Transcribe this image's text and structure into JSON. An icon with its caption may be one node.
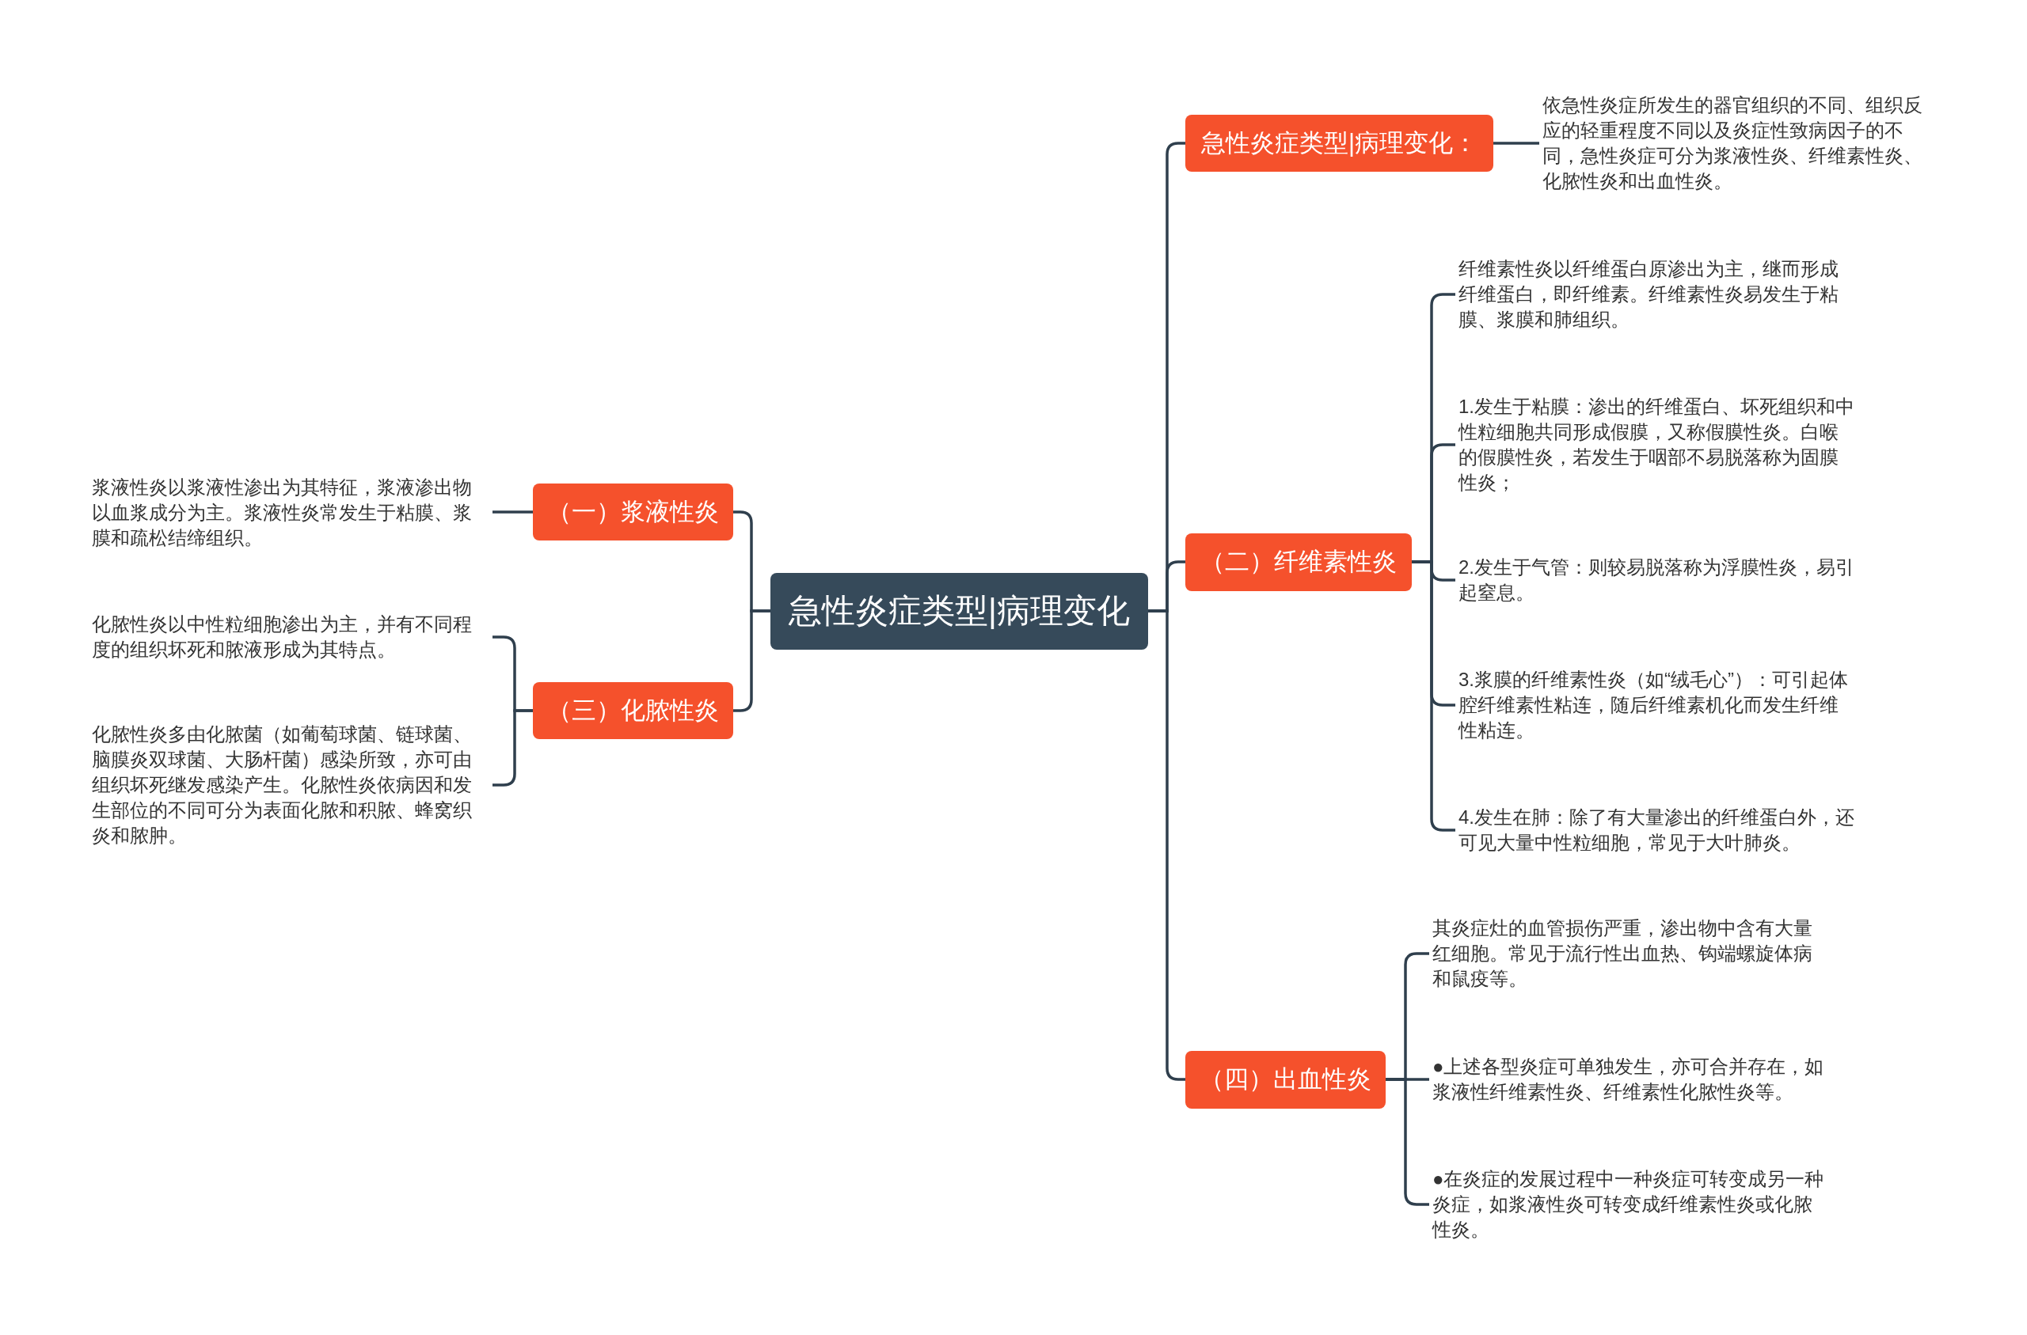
{
  "diagram": {
    "nodes": [
      {
        "text": [
          "急性炎症类型|病理变化"
        ]
      },
      {
        "text": [
          "急性炎症类型|病理变化："
        ]
      },
      {
        "text": [
          "依急性炎症所发生的器官组织的不同、组织反应的轻重程度不同以及炎症性致病因子的不同，急性炎症可分为浆液性炎、纤维素性炎、化脓性炎和出血性炎。"
        ]
      },
      {
        "text": [
          "（二）纤维素性炎"
        ]
      },
      {
        "text": [
          "纤维素性炎以纤维蛋白原渗出为主，继而形成纤维蛋白，即纤维素。纤维素性炎易发生于粘膜、浆膜和肺组织。"
        ]
      },
      {
        "text": [
          "1.发生于粘膜：渗出的纤维蛋白、坏死组织和中性粒细胞共同形成假膜，又称假膜性炎。白喉的假膜性炎，若发生于咽部不易脱落称为固膜性炎；"
        ]
      },
      {
        "text": [
          "2.发生于气管：则较易脱落称为浮膜性炎，易引起窒息。"
        ]
      },
      {
        "text": [
          "3.浆膜的纤维素性炎（如“绒毛心”）：可引起体腔纤维素性粘连，随后纤维素机化而发生纤维性粘连。"
        ]
      },
      {
        "text": [
          "4.发生在肺：除了有大量渗出的纤维蛋白外，还可见大量中性粒细胞，常见于大叶肺炎。"
        ]
      },
      {
        "text": [
          "（四）出血性炎"
        ]
      },
      {
        "text": [
          "其炎症灶的血管损伤严重，渗出物中含有大量红细胞。常见于流行性出血热、钩端螺旋体病和鼠疫等。"
        ]
      },
      {
        "text": [
          "●上述各型炎症可单独发生，亦可合并存在，如浆液性纤维素性炎、纤维素性化脓性炎等。"
        ]
      },
      {
        "text": [
          "●在炎症的发展过程中一种炎症可转变成另一种炎症，如浆液性炎可转变成纤维素性炎或化脓性炎。"
        ]
      },
      {
        "text": [
          "（一）浆液性炎"
        ]
      },
      {
        "text": [
          "浆液性炎以浆液性渗出为其特征，浆液渗出物以血浆成分为主。浆液性炎常发生于粘膜、浆膜和疏松结缔组织。"
        ]
      },
      {
        "text": [
          "（三）化脓性炎"
        ]
      },
      {
        "text": [
          "化脓性炎以中性粒细胞渗出为主，并有不同程度的组织坏死和脓液形成为其特点。"
        ]
      },
      {
        "text": [
          "化脓性炎多由化脓菌（如葡萄球菌、链球菌、脑膜炎双球菌、大肠杆菌）感染所致，亦可由组织坏死继发感染产生。化脓性炎依病因和发生部位的不同可分为表面化脓和积脓、蜂窝织炎和脓肿。"
        ]
      }
    ],
    "edges": [
      {
        "from": 0,
        "to": 1,
        "arrow": "none"
      },
      {
        "from": 1,
        "to": 2,
        "arrow": "none"
      },
      {
        "from": 0,
        "to": 3,
        "arrow": "none"
      },
      {
        "from": 3,
        "to": 4,
        "arrow": "none"
      },
      {
        "from": 3,
        "to": 5,
        "arrow": "none"
      },
      {
        "from": 3,
        "to": 6,
        "arrow": "none"
      },
      {
        "from": 3,
        "to": 7,
        "arrow": "none"
      },
      {
        "from": 3,
        "to": 8,
        "arrow": "none"
      },
      {
        "from": 0,
        "to": 9,
        "arrow": "none"
      },
      {
        "from": 9,
        "to": 10,
        "arrow": "none"
      },
      {
        "from": 9,
        "to": 11,
        "arrow": "none"
      },
      {
        "from": 9,
        "to": 12,
        "arrow": "none"
      },
      {
        "from": 0,
        "to": 13,
        "arrow": "none"
      },
      {
        "from": 13,
        "to": 14,
        "arrow": "none"
      },
      {
        "from": 0,
        "to": 15,
        "arrow": "none"
      },
      {
        "from": 15,
        "to": 16,
        "arrow": "none"
      },
      {
        "from": 15,
        "to": 17,
        "arrow": "none"
      }
    ]
  }
}
